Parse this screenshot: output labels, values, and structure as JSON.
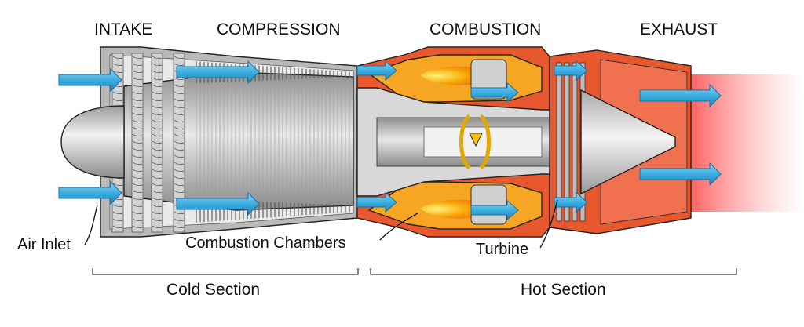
{
  "stages": {
    "intake": "INTAKE",
    "compression": "COMPRESSION",
    "combustion": "COMBUSTION",
    "exhaust": "EXHAUST"
  },
  "callouts": {
    "air_inlet": "Air Inlet",
    "combustion_chambers": "Combustion Chambers",
    "turbine": "Turbine"
  },
  "sections": {
    "cold": "Cold Section",
    "hot": "Hot Section"
  },
  "colors": {
    "airflow_arrow": "#3aaee0",
    "hot_casing": "#e8582f",
    "combustion_chamber": "#f6a623",
    "flame": "#f7c400",
    "rotation_arrow": "#f5c400",
    "exhaust_plume": "#ff6b6b",
    "metal": "#bdbdbd"
  }
}
